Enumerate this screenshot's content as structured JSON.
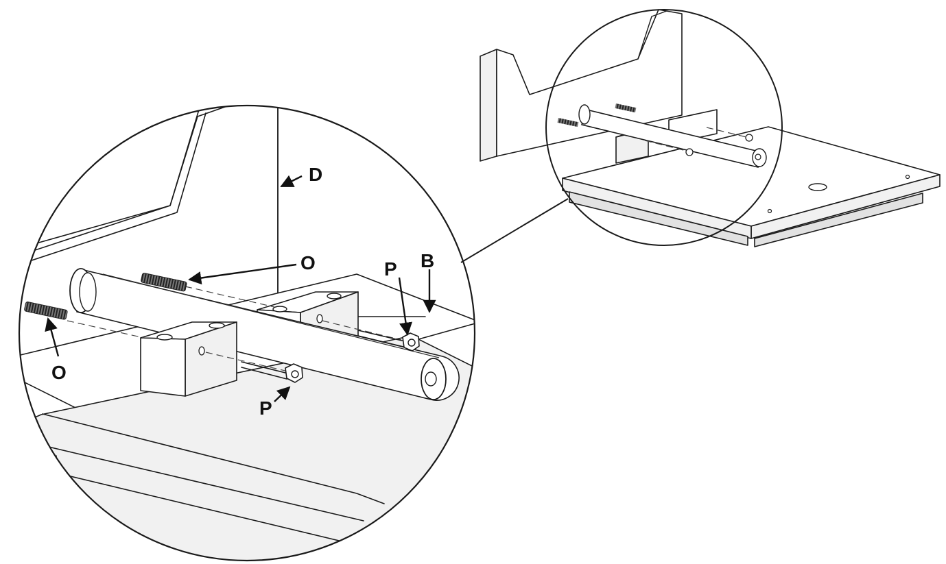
{
  "callouts": {
    "d": "D",
    "b": "B",
    "o_upper": "O",
    "o_lower": "O",
    "p_upper": "P",
    "p_lower": "P"
  },
  "colors": {
    "line": "#1a1a1a",
    "background": "#ffffff",
    "thread": "#333333"
  },
  "icons": {
    "arrow": "arrow-icon",
    "threaded_rod": "threaded-rod-icon",
    "hex_nut": "hex-nut-icon"
  }
}
